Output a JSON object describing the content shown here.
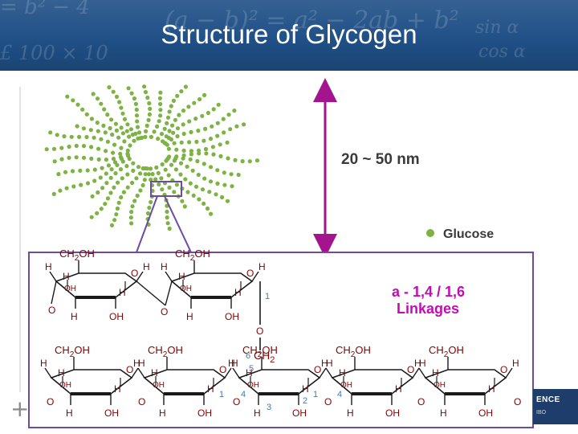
{
  "title": "Structure of Glycogen",
  "banner_formulas": [
    "= b² − 4",
    "(a − b)² = a² − 2ab + b²",
    "sin α",
    "£ 100 × 10",
    "cos α"
  ],
  "scale_label": "20 ~ 50 nm",
  "legend_label": "Glucose",
  "linkage_label_line1": "a - 1,4 / 1,6",
  "linkage_label_line2": "Linkages",
  "ring_group_ch2oh": "CH",
  "ring_group_sub": "2",
  "ring_group_oh_suffix": "OH",
  "branch_group_ch": "CH",
  "branch_group_sub": "2",
  "atom_h": "H",
  "atom_o": "O",
  "atom_oh": "OH",
  "carbon_numbers": {
    "c1_top": "1",
    "c6": "6",
    "c5": "5",
    "c4_left": "4",
    "c1_left": "1",
    "c3": "3",
    "c2": "2",
    "c1_right": "1",
    "c4_right": "4"
  },
  "corner_logo_text": "ENCE",
  "corner_logo_sub": "IBO",
  "colors": {
    "banner": "#1f4f86",
    "glucose_dot": "#7cb342",
    "arrow": "#a4148f",
    "linkage_text": "#c40cb5",
    "box_border": "#6b4ba3",
    "number_text": "#3a7fc1",
    "atom_text": "#8b0000",
    "ring_line": "#1a1a1a"
  }
}
